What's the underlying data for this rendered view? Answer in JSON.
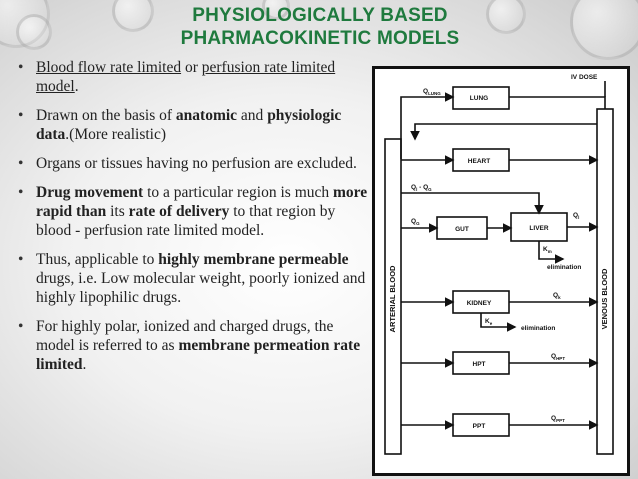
{
  "slide": {
    "title_line1": "PHYSIOLOGICALLY BASED",
    "title_line2": "PHARMACOKINETIC MODELS",
    "bullets": [
      {
        "parts": [
          {
            "text": "Blood flow rate limited",
            "style": "u"
          },
          {
            "text": " or ",
            "style": ""
          },
          {
            "text": "perfusion rate limited model",
            "style": "u"
          },
          {
            "text": ".",
            "style": ""
          }
        ]
      },
      {
        "parts": [
          {
            "text": "Drawn on the basis of ",
            "style": ""
          },
          {
            "text": "anatomic",
            "style": "b"
          },
          {
            "text": " and ",
            "style": ""
          },
          {
            "text": "physiologic data",
            "style": "b"
          },
          {
            "text": ".(More realistic)",
            "style": ""
          }
        ]
      },
      {
        "parts": [
          {
            "text": "Organs or tissues having no perfusion are excluded.",
            "style": ""
          }
        ]
      },
      {
        "parts": [
          {
            "text": "Drug movement",
            "style": "b"
          },
          {
            "text": " to a particular region is much ",
            "style": ""
          },
          {
            "text": "more rapid than",
            "style": "b"
          },
          {
            "text": " its ",
            "style": ""
          },
          {
            "text": "rate of delivery",
            "style": "b"
          },
          {
            "text": " to that region by blood  - perfusion rate limited model.",
            "style": ""
          }
        ]
      },
      {
        "parts": [
          {
            "text": "Thus, applicable to ",
            "style": ""
          },
          {
            "text": "highly membrane permeable",
            "style": "b"
          },
          {
            "text": " drugs, i.e. Low molecular weight, poorly ionized and highly lipophilic drugs.",
            "style": ""
          }
        ]
      },
      {
        "parts": [
          {
            "text": "For highly polar, ionized and charged drugs, the model is referred to as ",
            "style": ""
          },
          {
            "text": "membrane permeation rate limited",
            "style": "b"
          },
          {
            "text": ".",
            "style": ""
          }
        ]
      }
    ]
  },
  "diagram": {
    "iv_dose": "IV DOSE",
    "arterial_blood": "ARTERIAL BLOOD",
    "venous_blood": "VENOUS BLOOD",
    "boxes": {
      "lung": "LUNG",
      "heart": "HEART",
      "gut": "GUT",
      "liver": "LIVER",
      "kidney": "KIDNEY",
      "hpt": "HPT",
      "ppt": "PPT"
    },
    "flows": {
      "q_lung": "Q",
      "q_lung_sub": "LUNG",
      "q_l_minus_g": "Q",
      "q_l_minus_g_sub": "l",
      "q_l_minus_g_tail": " - Q",
      "q_l_minus_g_sub2": "G",
      "q_g": "Q",
      "q_g_sub": "G",
      "q_l": "Q",
      "q_l_sub": "l",
      "q_k": "Q",
      "q_k_sub": "k",
      "q_hpt": "Q",
      "q_hpt_sub": "HPT",
      "q_ppt": "Q",
      "q_ppt_sub": "PPT"
    },
    "rates": {
      "k_m": "K",
      "k_m_sub": "m",
      "k_e": "K",
      "k_e_sub": "e"
    },
    "elimination": "elimination",
    "elimination2": "elimination"
  }
}
